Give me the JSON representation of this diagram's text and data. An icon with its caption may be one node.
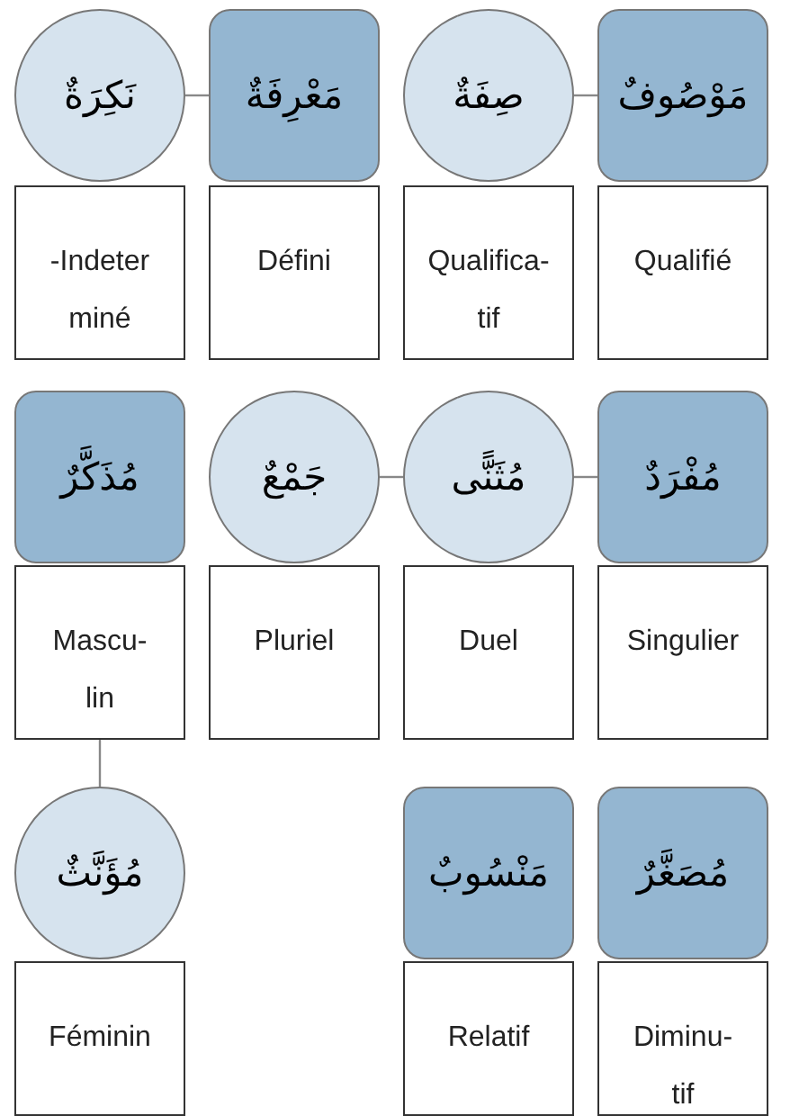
{
  "diagram": {
    "nodes": [
      {
        "text": [
          "نَكِرَةٌ"
        ]
      },
      {
        "text": [
          "-Indeter miné"
        ]
      },
      {
        "text": [
          "مَعْرِفَةٌ"
        ]
      },
      {
        "text": [
          "Défini"
        ]
      },
      {
        "text": [
          "صِفَةٌ"
        ]
      },
      {
        "text": [
          "Qualifica- tif"
        ]
      },
      {
        "text": [
          "مَوْصُوفٌ"
        ]
      },
      {
        "text": [
          "Qualifié"
        ]
      },
      {
        "text": [
          "مُذَكَّرٌ"
        ]
      },
      {
        "text": [
          "Mascu- lin"
        ]
      },
      {
        "text": [
          "جَمْعٌ"
        ]
      },
      {
        "text": [
          "Pluriel"
        ]
      },
      {
        "text": [
          "مُثَنًّى"
        ]
      },
      {
        "text": [
          "Duel"
        ]
      },
      {
        "text": [
          "مُفْرَدٌ"
        ]
      },
      {
        "text": [
          "Singulier"
        ]
      },
      {
        "text": [
          "مُؤَنَّثٌ"
        ]
      },
      {
        "text": [
          "Féminin"
        ]
      },
      {
        "text": [
          "مَنْسُوبٌ"
        ]
      },
      {
        "text": [
          "Relatif"
        ]
      },
      {
        "text": [
          "مُصَغَّرٌ"
        ]
      },
      {
        "text": [
          "Diminu- tif"
        ]
      }
    ],
    "edges": [
      {
        "from": 0,
        "to": 2,
        "arrow": "none"
      },
      {
        "from": 4,
        "to": 6,
        "arrow": "none"
      },
      {
        "from": 10,
        "to": 12,
        "arrow": "none"
      },
      {
        "from": 12,
        "to": 14,
        "arrow": "none"
      },
      {
        "from": 9,
        "to": 16,
        "arrow": "none"
      }
    ]
  }
}
